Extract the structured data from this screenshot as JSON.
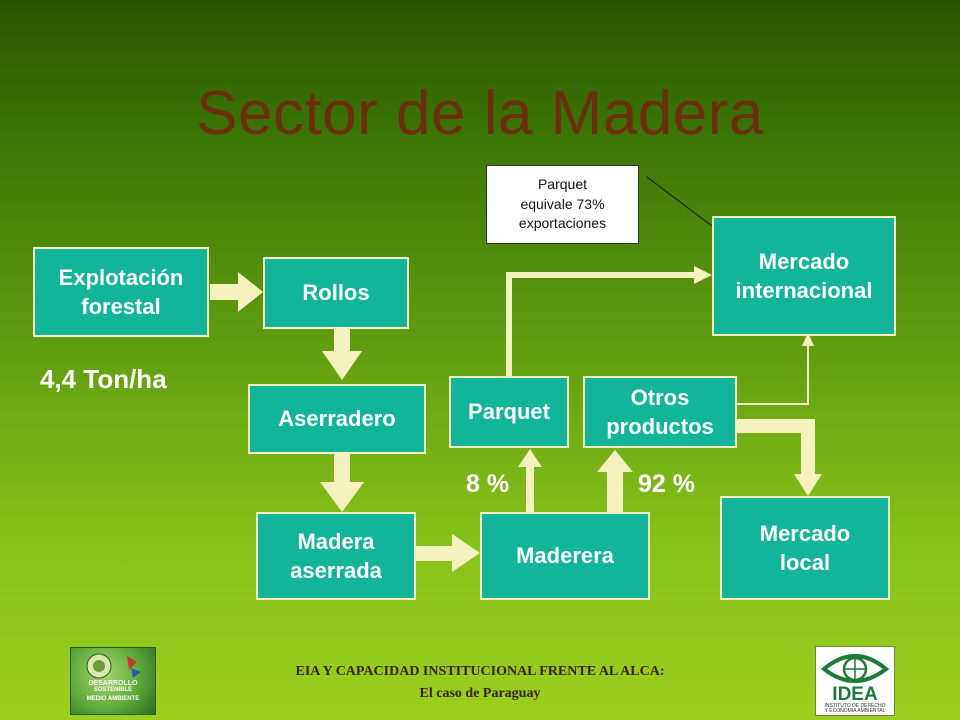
{
  "title": "Sector de la Madera",
  "boxes": {
    "explotacion": [
      "Explotación",
      "forestal"
    ],
    "rollos": [
      "Rollos"
    ],
    "aserradero": [
      "Aserradero"
    ],
    "madera_aserrada": [
      "Madera",
      "aserrada"
    ],
    "maderera": [
      "Maderera"
    ],
    "parquet": [
      "Parquet"
    ],
    "otros": [
      "Otros",
      "productos"
    ],
    "mercado_internacional": [
      "Mercado",
      "internacional"
    ],
    "mercado_local": [
      "Mercado",
      "local"
    ]
  },
  "note": [
    "Parquet",
    "equivale 73%",
    "exportaciones"
  ],
  "labels": {
    "yield": "4,4 Ton/ha",
    "pct_parquet": "8 %",
    "pct_otros": "92 %"
  },
  "footer": {
    "line1": "EIA Y CAPACIDAD INSTITUCIONAL FRENTE AL ALCA:",
    "line2": "El caso de Paraguay"
  },
  "logos": {
    "left_text": [
      "DESARROLLO",
      "SOSTENIBLE",
      "MEDIO AMBIENTE"
    ],
    "right_text": [
      "IDEA",
      "INSTITUTO DE DERECHO",
      "Y ECONOMIA AMBIENTAL"
    ]
  },
  "colors": {
    "box_fill": "#12b49a",
    "arrow": "#f6f2bf",
    "title": "#6b2e0a"
  }
}
